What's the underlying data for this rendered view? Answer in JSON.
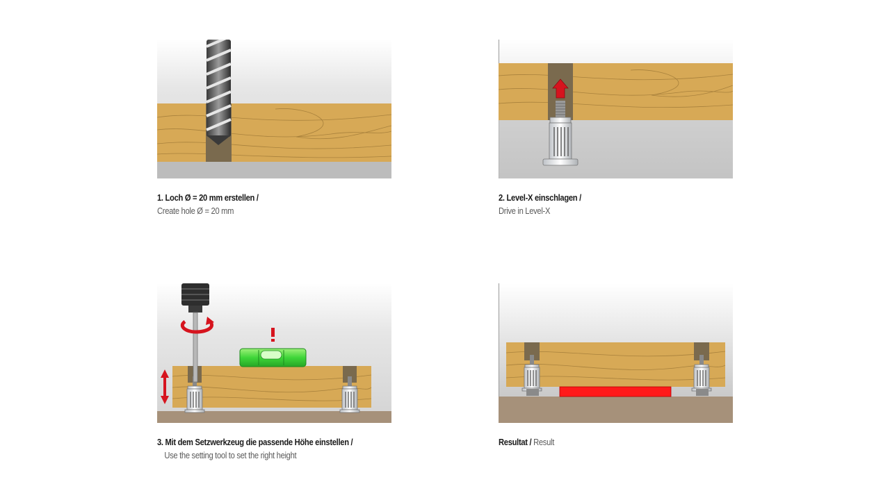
{
  "steps": [
    {
      "de": "1. Loch Ø = 20 mm erstellen /",
      "en": "Create hole Ø = 20 mm"
    },
    {
      "de": "2. Level-X einschlagen /",
      "en": "Drive in Level-X"
    },
    {
      "de": "3. Mit dem Setzwerkzeug die passende Höhe einstellen /",
      "en": "Use the setting tool to set the right height"
    },
    {
      "de": "Resultat /",
      "en": " Result"
    }
  ],
  "icons": {
    "step1": [
      "drill-bit-icon",
      "wooden-board-icon"
    ],
    "step2": [
      "leveling-foot-icon",
      "direction-arrow-up-icon"
    ],
    "step3": [
      "setting-tool-icon",
      "rotation-arrow-icon",
      "spirit-level-icon",
      "height-adjust-arrow-icon",
      "exclamation-icon"
    ],
    "result": [
      "leveled-board-icon",
      "red-shim-icon"
    ]
  },
  "colors": {
    "wood": "#d7a956",
    "wood_grain": "#a8813c",
    "hole": "#7a6a4e",
    "floor": "#a6917a",
    "arrow": "#d6141e",
    "level": "#3fd639",
    "shim": "#ff1a1a"
  }
}
